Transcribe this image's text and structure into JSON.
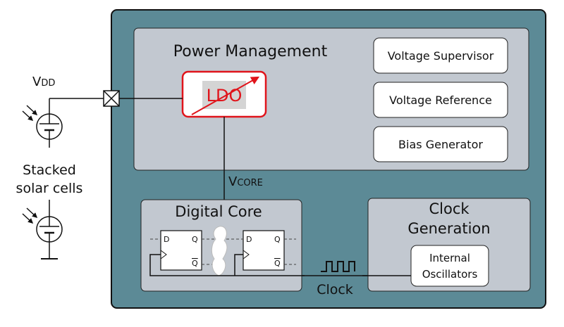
{
  "colors": {
    "chip_fill": "#5c8a96",
    "subsystem_fill": "#c2c8d0",
    "block_fill": "#ffffff",
    "ldo_accent": "#e0141b",
    "ldo_label_bg": "#d4d4d4",
    "wire": "#111111"
  },
  "labels": {
    "vdd_main": "V",
    "vdd_sub": "DD",
    "vcore_main": "V",
    "vcore_sub": "CORE",
    "stacked_line1": "Stacked",
    "stacked_line2": "solar cells",
    "clock": "Clock"
  },
  "power_management": {
    "title": "Power Management",
    "ldo": "LDO",
    "blocks": [
      "Voltage Supervisor",
      "Voltage Reference",
      "Bias Generator"
    ]
  },
  "digital_core": {
    "title": "Digital Core",
    "ff_d": "D",
    "ff_q": "Q",
    "ff_qbar": "Q"
  },
  "clock_generation": {
    "title_line1": "Clock",
    "title_line2": "Generation",
    "osc_line1": "Internal",
    "osc_line2": "Oscillators"
  }
}
